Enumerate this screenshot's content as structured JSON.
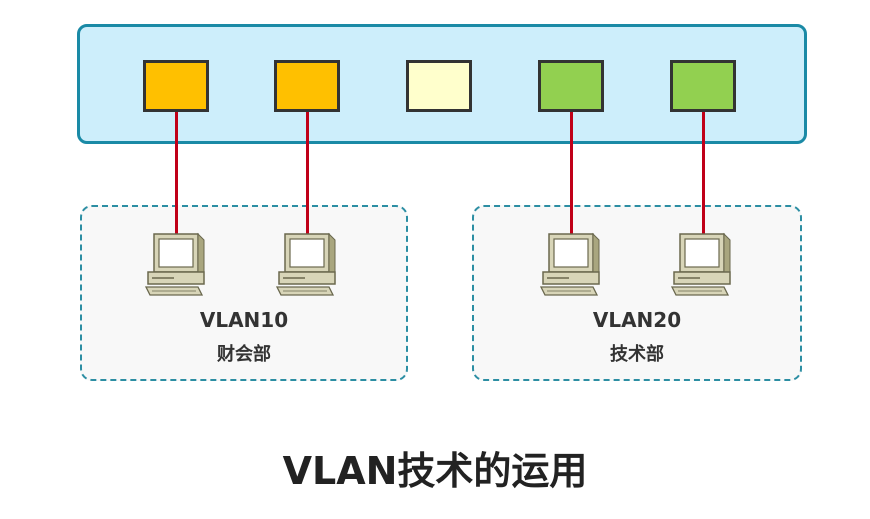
{
  "colors": {
    "switch_fill": "#cdeefb",
    "switch_border": "#1a8aa6",
    "port_vlan10": "#ffc000",
    "port_unused": "#ffffcc",
    "port_vlan20": "#92d050",
    "cable": "#c00018"
  },
  "switch": {
    "ports": [
      {
        "vlan": "VLAN10",
        "color": "#ffc000"
      },
      {
        "vlan": "VLAN10",
        "color": "#ffc000"
      },
      {
        "vlan": "",
        "color": "#ffffcc"
      },
      {
        "vlan": "VLAN20",
        "color": "#92d050"
      },
      {
        "vlan": "VLAN20",
        "color": "#92d050"
      }
    ]
  },
  "groups": [
    {
      "vlan": "VLAN10",
      "department": "财会部",
      "pc_count": 2,
      "icon": "desktop-computer-icon"
    },
    {
      "vlan": "VLAN20",
      "department": "技术部",
      "pc_count": 2,
      "icon": "desktop-computer-icon"
    }
  ],
  "title": "VLAN技术的运用"
}
